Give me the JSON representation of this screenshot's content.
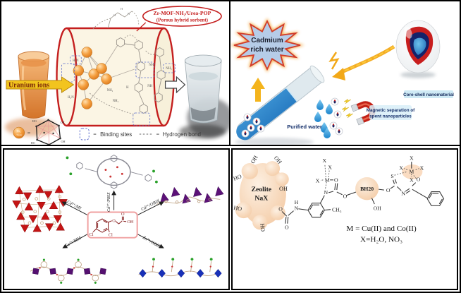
{
  "figure": {
    "description": "2x2 collage of graphical abstracts"
  },
  "colors": {
    "accent_red": "#c41e1e",
    "mof_orange": "#f09020",
    "uranium_yellow": "#f2c41e",
    "water_blue": "#1878c8",
    "magnet_red": "#c22016",
    "label_navy": "#15306b",
    "burst_blue": "#b6cce8",
    "glow_orange": "#f0941e",
    "poly_red": "#c41414",
    "poly_purple": "#5c1278",
    "poly_blue": "#1830b8",
    "peach": "#f6cda6"
  },
  "p1": {
    "title1": "Zr-MOF-NH₂/Urea-POP",
    "title2": "(Porous hybrid sorbent)",
    "uranium_label": "Uranium ions",
    "sphere1": "Zr₆",
    "sphere2": "cluster",
    "inner": {
      "h2n_box": "H₂N",
      "nh2_box": "NH₂",
      "nh2_a": "NH₂",
      "nh2_b": "NH₂",
      "h2n_a": "H₂N",
      "nh_a": "NH",
      "nh_b": "NH",
      "h_a": "H",
      "o_top": "O",
      "n_top": "N",
      "h_top": "H"
    },
    "poly": {
      "a": "HO",
      "b": "OH",
      "c": "HO",
      "d": "OH"
    },
    "legend": {
      "eq1": "=",
      "eq2": "=",
      "eq3": "=",
      "binding": "Binding sites",
      "hbond": "Hydrogen bond"
    }
  },
  "p2": {
    "burst1": "Cadmium",
    "burst2": "rich water",
    "purified": "Purified water",
    "magnet1": "Magnetic separation of",
    "magnet2": "spent nanoparticles",
    "coreshell": "Core-shell nanomaterial"
  },
  "p3": {
    "arrows": {
      "top": "Cd²⁺/PBIX",
      "upleft": "Cd²⁺/MI",
      "upright": "Cd²⁺/OBIX",
      "downleft": "Cu²⁺/BIM",
      "downright": "Zn²⁺/OBIX"
    },
    "mol": {
      "o1": "O",
      "o2": "O",
      "oh": "OH",
      "cl1": "Cl",
      "cl2": "Cl"
    }
  },
  "p4": {
    "zeolite1": "Zeolite",
    "zeolite2": "NaX",
    "oh_inner": "OH",
    "oh_ring": [
      "OH",
      "OH",
      "HO",
      "HO",
      "HO"
    ],
    "bh20": "BH20",
    "oh_bh": "OH",
    "m_line": "M = Cu(II) and Co(II)",
    "x_line": "X=H₂O, NO₃",
    "atoms": {
      "o1": "O",
      "o2": "O",
      "n1": "N",
      "h1": "H",
      "ch3": "CH₃",
      "n2": "N",
      "m1": "M",
      "om1": "O",
      "o4": "O",
      "o5": "O",
      "s1": "S",
      "n3": "N",
      "m2": "M",
      "om2": "O"
    },
    "x": [
      "X",
      "X",
      "X",
      "X",
      "X",
      "X",
      "X"
    ]
  }
}
